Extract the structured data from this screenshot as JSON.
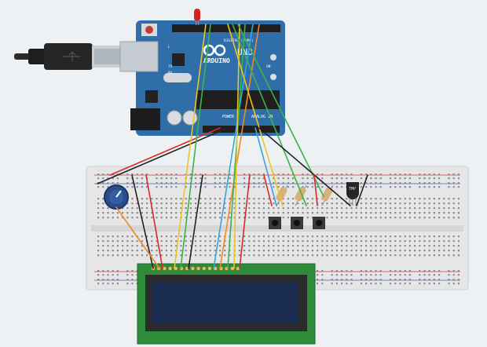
{
  "arduino": {
    "brand": "ARDUINO",
    "model": "UNO",
    "power_label": "POWER",
    "analog_label": "ANALOG IN",
    "digital_label": "DIGITAL (PWM~)",
    "tx_label": "TX",
    "rx_label": "RX",
    "l_label": "L",
    "on_label": "ON"
  },
  "sensor": {
    "label": "TMP"
  },
  "colors": {
    "board": "#2f6ea8",
    "breadboard": "#e6e6e6",
    "lcd_pcb": "#2e8b3a",
    "lcd_screen": "#1a2b52",
    "wire_yellow": "#e8c52a",
    "wire_green": "#3ab44a",
    "wire_blue": "#3aa6d8",
    "wire_orange": "#f08a24",
    "wire_red": "#d82a2a",
    "wire_black": "#222222"
  }
}
